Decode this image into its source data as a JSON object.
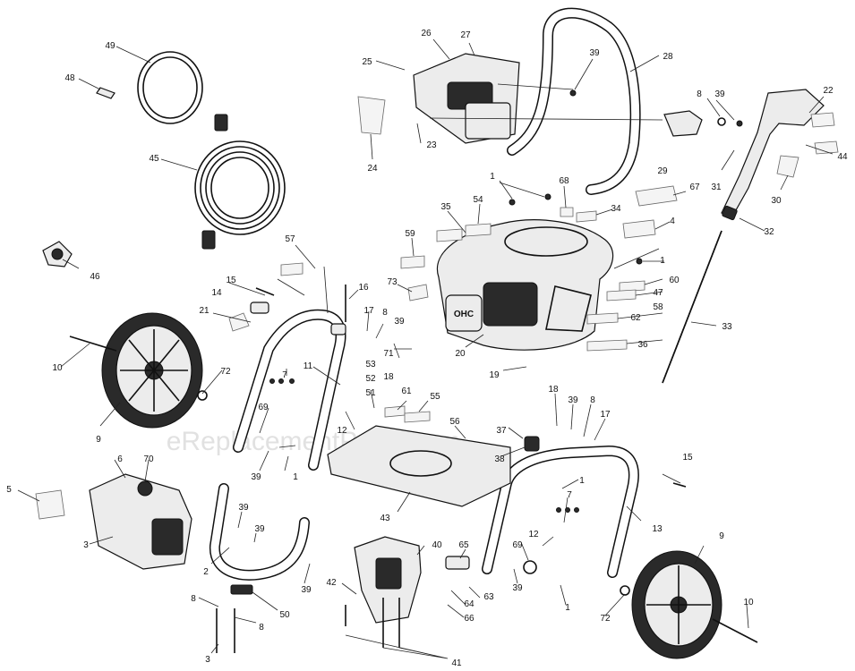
{
  "watermark": "eReplacementParts.com",
  "callouts": [
    "1",
    "2",
    "3",
    "4",
    "5",
    "6",
    "7",
    "8",
    "9",
    "10",
    "11",
    "12",
    "13",
    "14",
    "15",
    "16",
    "17",
    "18",
    "19",
    "20",
    "21",
    "22",
    "23",
    "24",
    "25",
    "26",
    "27",
    "28",
    "29",
    "30",
    "31",
    "32",
    "33",
    "34",
    "35",
    "36",
    "37",
    "38",
    "39",
    "40",
    "41",
    "42",
    "43",
    "44",
    "45",
    "46",
    "47",
    "48",
    "49",
    "50",
    "51",
    "52",
    "53",
    "54",
    "55",
    "56",
    "57",
    "58",
    "59",
    "60",
    "61",
    "62",
    "63",
    "64",
    "65",
    "66",
    "67",
    "68",
    "69",
    "70",
    "71",
    "72",
    "73"
  ],
  "engine_badge": "OHC"
}
